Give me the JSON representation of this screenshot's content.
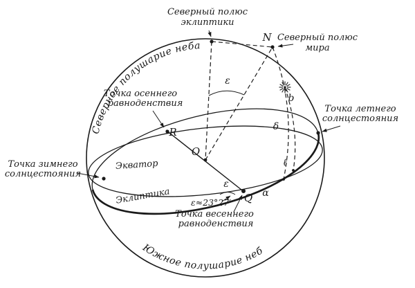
{
  "diagram": {
    "background": "#ffffff",
    "ink_color": "#1a1a1a",
    "labels": {
      "north_ecliptic_pole_1": "Северный полюс",
      "north_ecliptic_pole_2": "эклиптики",
      "north_celestial_pole_1": "Северный полюс",
      "north_celestial_pole_2": "мира",
      "northern_hemisphere": "Северное полушарие неба",
      "southern_hemisphere": "Южное полушарие неба",
      "autumnal_equinox_1": "Точка осеннего",
      "autumnal_equinox_2": "равноденствия",
      "summer_solstice_1": "Точка летнего",
      "summer_solstice_2": "солнцестояния",
      "winter_solstice_1": "Точка зимнего",
      "winter_solstice_2": "солнцестояния",
      "vernal_equinox_1": "Точка весеннего",
      "vernal_equinox_2": "равноденствия",
      "equator": "Экватор",
      "ecliptic": "Эклиптика",
      "obliquity_value": "ε≈23°27′",
      "point_N": "N",
      "point_O": "O",
      "point_Q": "Q",
      "point_R": "R",
      "alpha": "α",
      "delta": "δ",
      "latitude_b": "b",
      "longitude_l": "ℓ",
      "epsilon_top": "ε",
      "epsilon_bottom": "ε"
    },
    "icons": {
      "sun": "sun-symbol"
    }
  }
}
